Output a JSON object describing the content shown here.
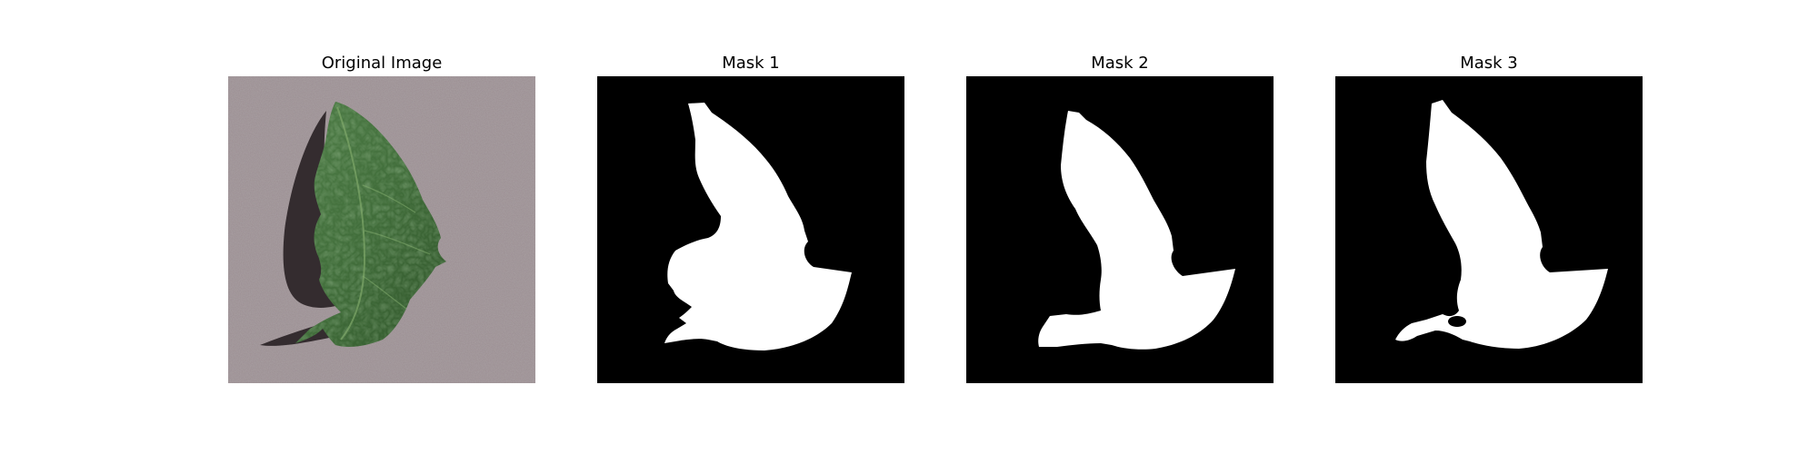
{
  "figure": {
    "panels": [
      {
        "title": "Original Image"
      },
      {
        "title": "Mask 1"
      },
      {
        "title": "Mask 2"
      },
      {
        "title": "Mask 3"
      }
    ]
  },
  "colors": {
    "background": "#ffffff",
    "mask_background": "#000000",
    "mask_foreground": "#ffffff",
    "surface": "#9b8e92",
    "leaf": "#3f6a3a"
  }
}
